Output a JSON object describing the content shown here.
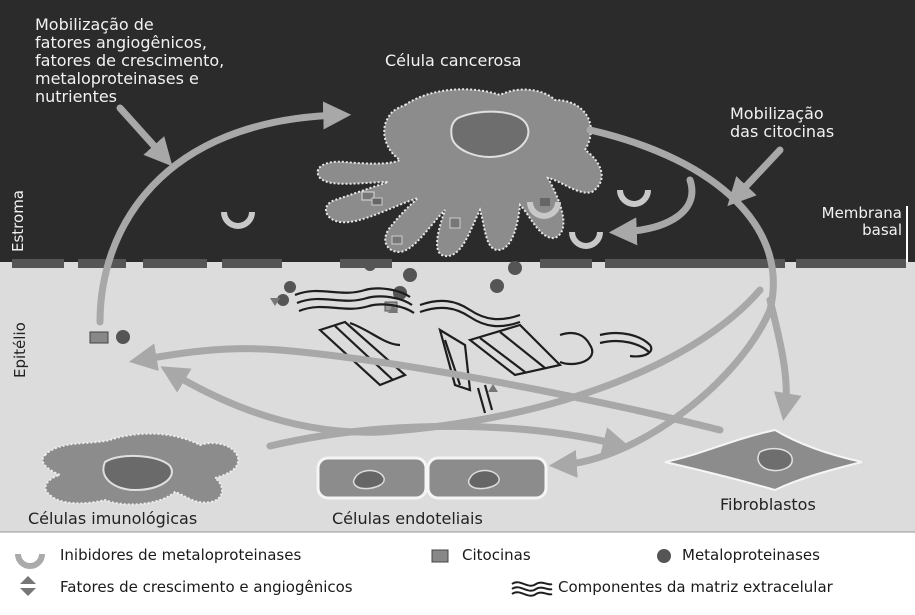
{
  "labels": {
    "mobilization_factors": "Mobilização de\nfatores angiogênicos,\nfatores de crescimento,\nmetaloproteinases e\nnutrientes",
    "cancer_cell": "Célula cancerosa",
    "cytokine_mobilization": "Mobilização\ndas citocinas",
    "stroma": "Estroma",
    "basal_membrane": "Membrana\nbasal",
    "epithelium": "Epitélio",
    "immune_cells": "Células imunológicas",
    "endothelial_cells": "Células endoteliais",
    "fibroblasts": "Fibroblastos"
  },
  "legend": {
    "mmp_inhibitors": "Inibidores de metaloproteinases",
    "cytokines": "Citocinas",
    "metalloproteinases": "Metaloproteinases",
    "growth_factors": "Fatores de crescimento e angiogênicos",
    "ecm_components": "Componentes da matriz extracelular"
  },
  "colors": {
    "stroma_bg": "#2b2b2b",
    "epithelium_bg": "#dcdcdc",
    "cell_fill": "#8c8c8c",
    "arrow": "#9e9e9e"
  }
}
